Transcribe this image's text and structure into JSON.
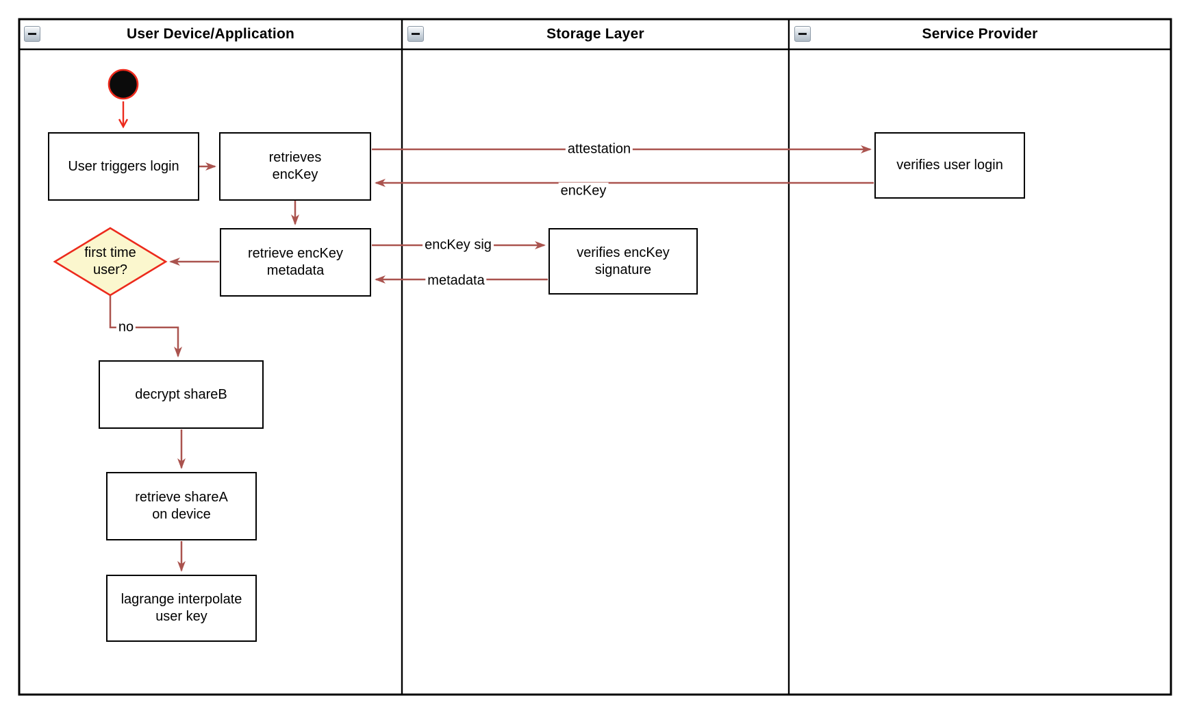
{
  "lanes": [
    {
      "title": "User Device/Application"
    },
    {
      "title": "Storage Layer"
    },
    {
      "title": "Service Provider"
    }
  ],
  "nodes": {
    "user_triggers_login": "User triggers login",
    "retrieves_enckey": "retrieves\nencKey",
    "retrieve_enckey_metadata": "retrieve encKey\nmetadata",
    "first_time_user": "first time\nuser?",
    "verifies_enckey_signature": "verifies encKey\nsignature",
    "verifies_user_login": "verifies user login",
    "decrypt_shareb": "decrypt shareB",
    "retrieve_sharea": "retrieve shareA\non device",
    "lagrange_interpolate": "lagrange interpolate\nuser key"
  },
  "edge_labels": {
    "attestation": "attestation",
    "enckey": "encKey",
    "enckey_sig": "encKey sig",
    "metadata": "metadata",
    "no": "no"
  },
  "colors": {
    "flow_arrow": "#AA534E",
    "accent_red": "#EC2A1C",
    "decision_fill": "#FBF7CE",
    "shape_border": "#000000",
    "lane_border": "#000000",
    "background": "#FFFFFF"
  }
}
